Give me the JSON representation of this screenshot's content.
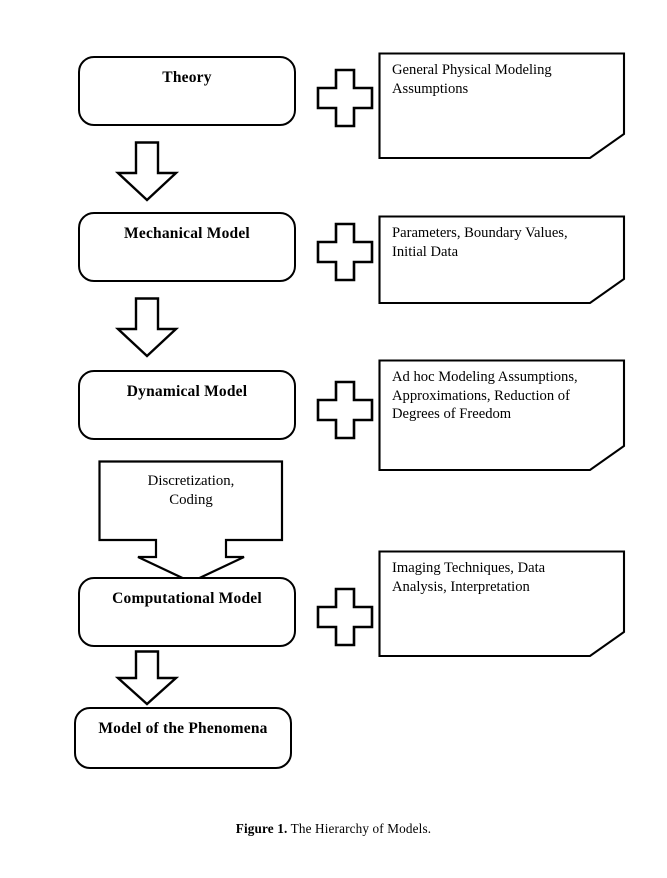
{
  "figure": {
    "caption_label": "Figure 1.",
    "caption_text": " The Hierarchy of Models.",
    "background_color": "#ffffff",
    "line_color": "#000000"
  },
  "diagram": {
    "type": "flowchart",
    "orientation": "vertical-top-to-bottom",
    "stages": [
      {
        "id": "theory",
        "label": "Theory"
      },
      {
        "id": "mechanical-model",
        "label": "Mechanical Model"
      },
      {
        "id": "dynamical-model",
        "label": "Dynamical Model"
      },
      {
        "id": "computational-model",
        "label": "Computational Model"
      },
      {
        "id": "model-of-phenomena",
        "label": "Model of the Phenomena"
      }
    ],
    "inputs": [
      {
        "id": "general-assumptions",
        "attached_to": "theory",
        "plus": "+",
        "text": "General Physical Modeling\nAssumptions"
      },
      {
        "id": "parameters",
        "attached_to": "mechanical-model",
        "plus": "+",
        "text": "Parameters, Boundary Values,\nInitial Data"
      },
      {
        "id": "ad-hoc-assumptions",
        "attached_to": "dynamical-model",
        "plus": "+",
        "text": "Ad hoc Modeling Assumptions,\nApproximations, Reduction of\nDegrees of Freedom"
      },
      {
        "id": "imaging-techniques",
        "attached_to": "computational-model",
        "plus": "+",
        "text": "Imaging Techniques, Data\nAnalysis, Interpretation"
      }
    ],
    "process": {
      "id": "discretization-coding",
      "text": "Discretization,\nCoding",
      "between": [
        "dynamical-model",
        "computational-model"
      ]
    },
    "transitions": [
      {
        "from": "theory",
        "to": "mechanical-model",
        "kind": "block-arrow-down"
      },
      {
        "from": "mechanical-model",
        "to": "dynamical-model",
        "kind": "block-arrow-down"
      },
      {
        "from": "dynamical-model",
        "to": "computational-model",
        "kind": "process-block-arrow-down"
      },
      {
        "from": "computational-model",
        "to": "model-of-phenomena",
        "kind": "block-arrow-down"
      }
    ]
  }
}
